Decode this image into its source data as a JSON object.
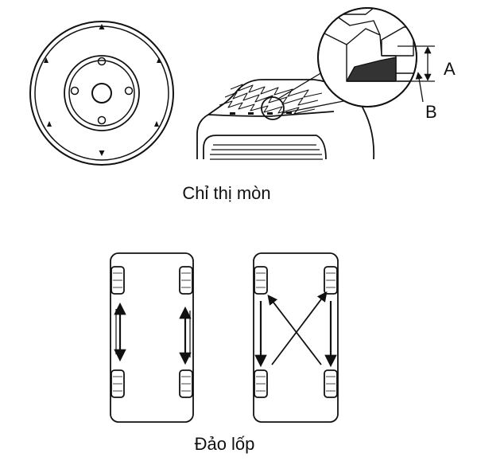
{
  "diagram": {
    "top": {
      "label_a": "A",
      "label_b": "B",
      "caption": "Chỉ thị mòn"
    },
    "bottom": {
      "caption": "Đảo lốp"
    }
  }
}
